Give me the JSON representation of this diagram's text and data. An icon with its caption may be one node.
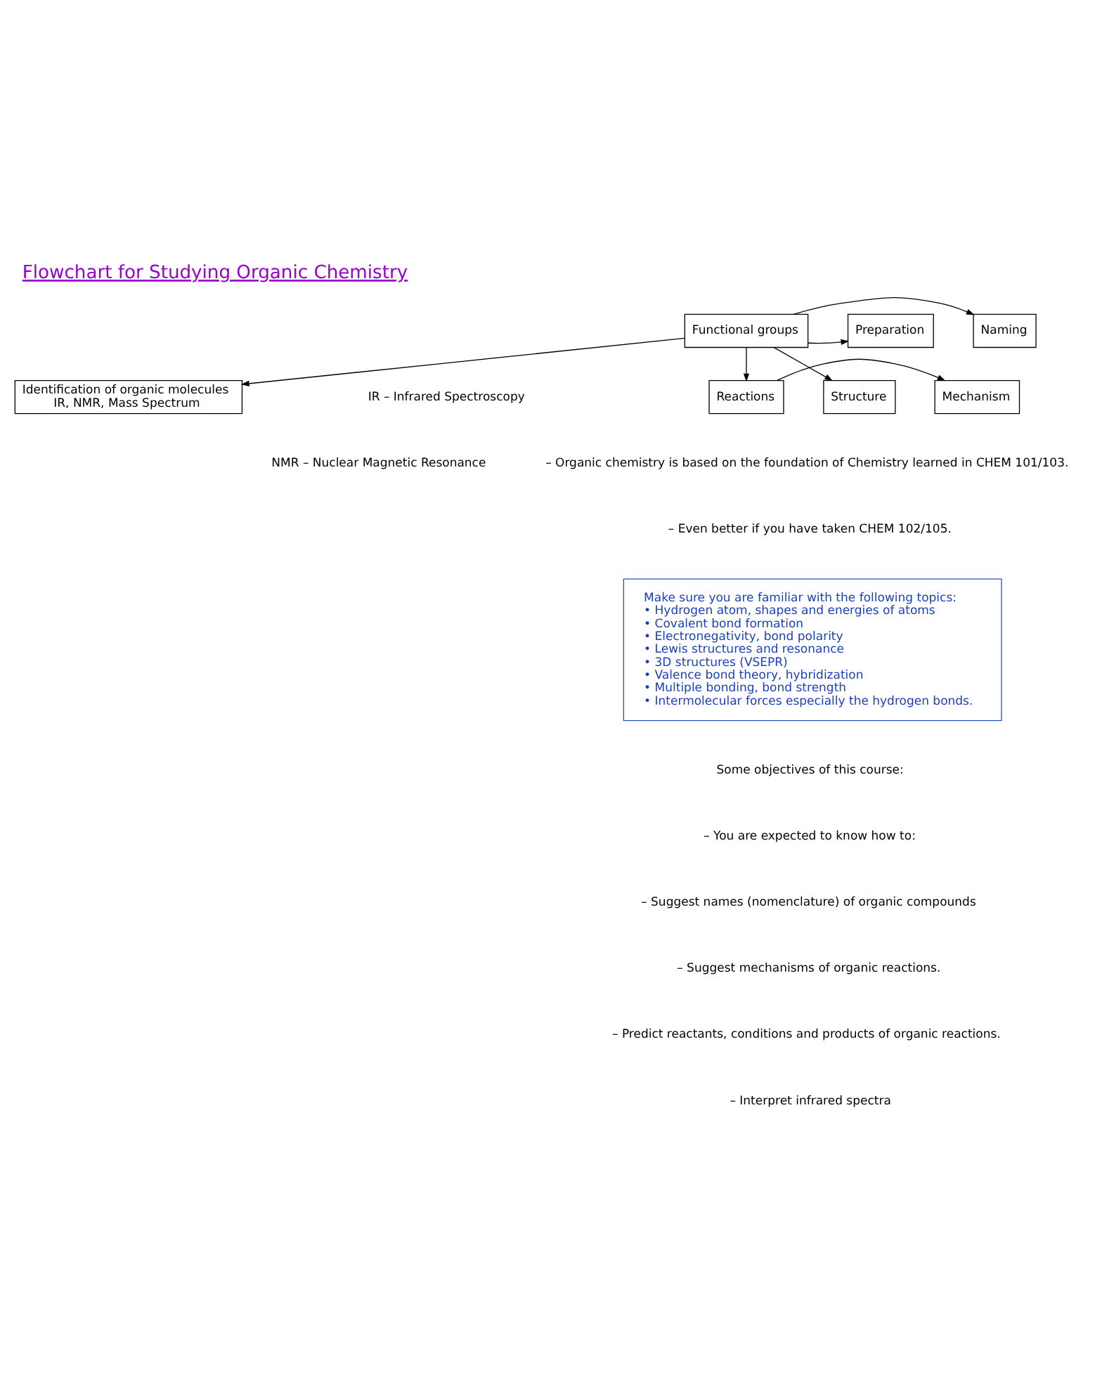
{
  "diagram": {
    "title": "Flowchart for Studying Organic Chemistry",
    "nodes": [
      {
        "text": [
          "Identification of organic molecules",
          "IR, NMR, Mass Spectrum"
        ]
      },
      {
        "text": [
          "Functional groups"
        ]
      },
      {
        "text": [
          "Naming"
        ]
      },
      {
        "text": [
          "Preparation"
        ]
      },
      {
        "text": [
          "Structure"
        ]
      },
      {
        "text": [
          "Reactions"
        ]
      },
      {
        "text": [
          "Mechanism"
        ]
      },
      {
        "text": [
          "Make sure you are familiar with the following topics:",
          "• Hydrogen atom, shapes and energies of atoms",
          "• Covalent bond formation",
          "• Electronegativity, bond polarity",
          "• Lewis structures and resonance",
          "• 3D structures (VSEPR)",
          "• Valence bond theory, hybridization",
          "• Multiple bonding, bond strength",
          "• Intermolecular forces especially the hydrogen bonds."
        ]
      }
    ],
    "edges": [
      {
        "from": 1,
        "to": 0,
        "arrow": "to"
      },
      {
        "from": 1,
        "to": 2,
        "arrow": "to"
      },
      {
        "from": 1,
        "to": 3,
        "arrow": "to"
      },
      {
        "from": 1,
        "to": 4,
        "arrow": "to"
      },
      {
        "from": 1,
        "to": 5,
        "arrow": "to"
      },
      {
        "from": 5,
        "to": 6,
        "arrow": "to"
      }
    ],
    "labels": [
      "IR – Infrared Spectroscopy",
      "NMR – Nuclear Magnetic Resonance",
      "– Organic chemistry is based on the foundation of Chemistry learned in CHEM 101/103.",
      "– Even better if you have taken CHEM 102/105.",
      "Some objectives of this course:",
      "– You are expected to know how to:",
      "– Suggest names (nomenclature) of organic compounds",
      "– Suggest mechanisms of organic reactions.",
      "– Predict reactants, conditions and products of organic reactions.",
      "– Interpret infrared spectra"
    ]
  }
}
